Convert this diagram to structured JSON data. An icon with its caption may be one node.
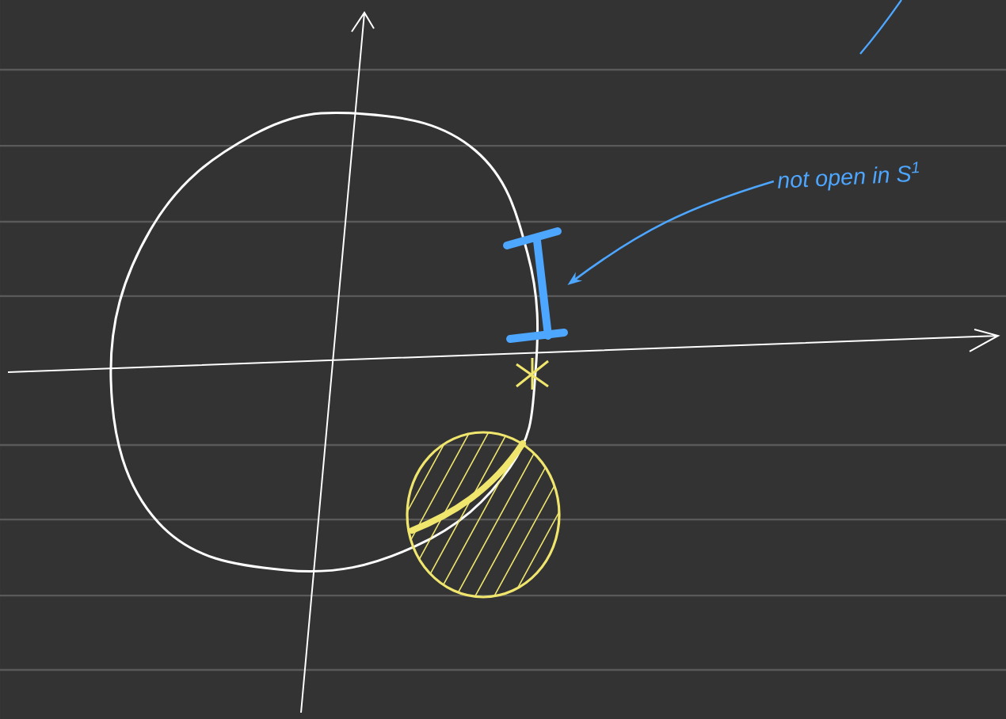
{
  "diagram": {
    "nodes": [
      {
        "text": [
          "not open in S$^{1}$"
        ]
      },
      {
        "text": [],
        "shape": "bar"
      }
    ],
    "edges": [
      {
        "from": 0,
        "to": 1,
        "arrow": "to"
      }
    ]
  }
}
